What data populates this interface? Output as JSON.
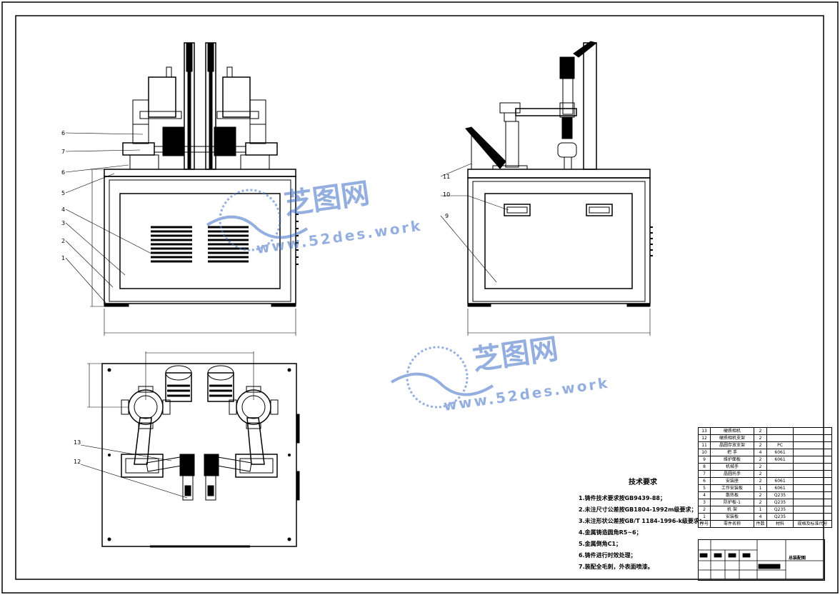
{
  "drawing": {
    "name": "总装配图"
  },
  "watermark": {
    "brand": "芝图网",
    "url": "www.52des.work",
    "color": "#3d6fc6"
  },
  "callouts": {
    "front": [
      "6",
      "7",
      "6",
      "5",
      "4",
      "3",
      "2",
      "1"
    ],
    "side": [
      "11",
      "10",
      "9"
    ],
    "top": [
      "13",
      "12"
    ]
  },
  "tech_requirements": {
    "title": "技术要求",
    "items": [
      "1.铸件技术要求按GB9439-88；",
      "2.未注尺寸公差按GB1804-1992m级要求；",
      "3.未注形状公差按GB/T 1184-1996-k级要求；",
      "4.金属铸造圆角R5~6；",
      "5.金属倒角C1；",
      "6.铸件进行时效处理；",
      "7.装配全毛刺，外表面喷漆。"
    ]
  },
  "bom": {
    "rows": [
      [
        "13",
        "硬质相机",
        "2",
        "",
        ""
      ],
      [
        "12",
        "硬质相机支架",
        "2",
        "",
        ""
      ],
      [
        "11",
        "晶圆存放支架",
        "2",
        "PC",
        ""
      ],
      [
        "10",
        "把 手",
        "4",
        "6061",
        ""
      ],
      [
        "9",
        "维护面板",
        "2",
        "6061",
        ""
      ],
      [
        "8",
        "机械手",
        "2",
        "",
        ""
      ],
      [
        "7",
        "晶圆托手",
        "2",
        "",
        ""
      ],
      [
        "6",
        "安装座",
        "2",
        "6061",
        ""
      ],
      [
        "5",
        "工作安装板",
        "1",
        "6061",
        ""
      ],
      [
        "4",
        "散热板",
        "2",
        "Q235",
        ""
      ],
      [
        "3",
        "防护板-1",
        "2",
        "Q235",
        ""
      ],
      [
        "2",
        "机 架",
        "1",
        "Q235",
        ""
      ],
      [
        "1",
        "安装板",
        "4",
        "Q235",
        ""
      ]
    ],
    "header": [
      "序号",
      "零件名称",
      "件数",
      "材料",
      "规格及标准代号"
    ]
  }
}
